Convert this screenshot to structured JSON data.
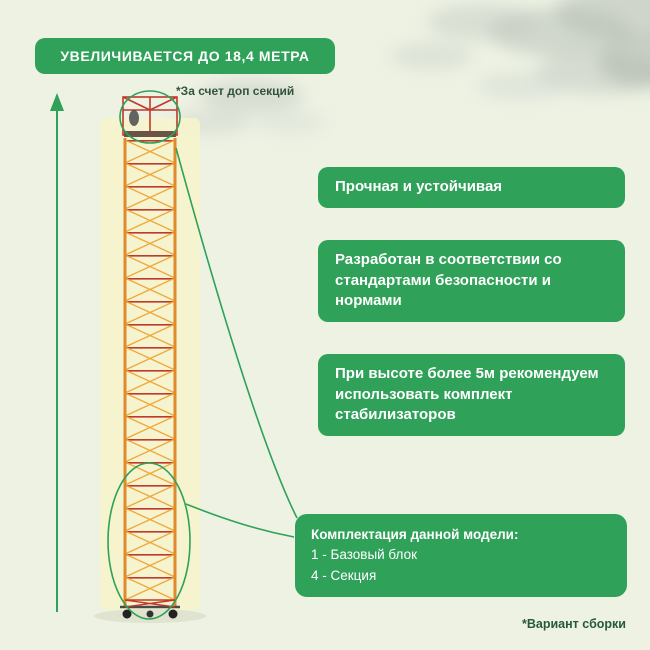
{
  "banner": {
    "label": "УВЕЛИЧИВАЕТСЯ ДО 18,4 МЕТРА"
  },
  "notes": {
    "top": "*За счет доп секций",
    "bottom": "*Вариант сборки"
  },
  "features": [
    "Прочная и устойчивая",
    "Разработан в соответствии со стандартами безопасности и нормами",
    "При высоте более 5м рекомендуем использовать комплект стабилизаторов"
  ],
  "kit": {
    "title": "Комплектация данной модели:",
    "items": [
      "1 - Базовый блок",
      "4 - Секция"
    ]
  },
  "colors": {
    "accent_green": "#2fa158",
    "lattice_orange": "#f0a93c",
    "rung_red": "#c0392b",
    "highlight_strip": "#f6f3cd",
    "background": "#edf2e3"
  }
}
